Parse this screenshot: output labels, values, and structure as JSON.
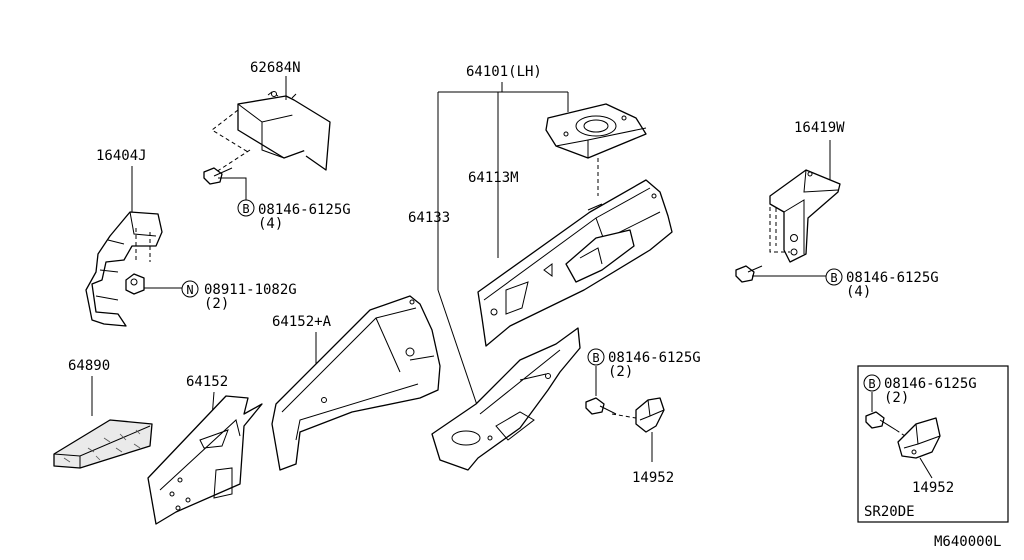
{
  "labels": {
    "p62684": "62684N",
    "p16404": "16404J",
    "p64101": "64101(LH)",
    "p64113": "64113M",
    "p64133": "64133",
    "p16419": "16419W",
    "p64152a": "64152+A",
    "p64152": "64152",
    "p64890": "64890",
    "p14952": "14952",
    "p14952_inset": "14952",
    "inset_title": "SR20DE",
    "diagram_code": "M640000L"
  },
  "fasteners": {
    "bolt_a": {
      "prefix": "B",
      "part": "08146-6125G",
      "qty": "(4)"
    },
    "nut_a": {
      "prefix": "N",
      "part": "08911-1082G",
      "qty": "(2)"
    },
    "bolt_b": {
      "prefix": "B",
      "part": "08146-6125G",
      "qty": "(4)"
    },
    "bolt_c": {
      "prefix": "B",
      "part": "08146-6125G",
      "qty": "(2)"
    },
    "bolt_d": {
      "prefix": "B",
      "part": "08146-6125G",
      "qty": "(2)"
    }
  }
}
